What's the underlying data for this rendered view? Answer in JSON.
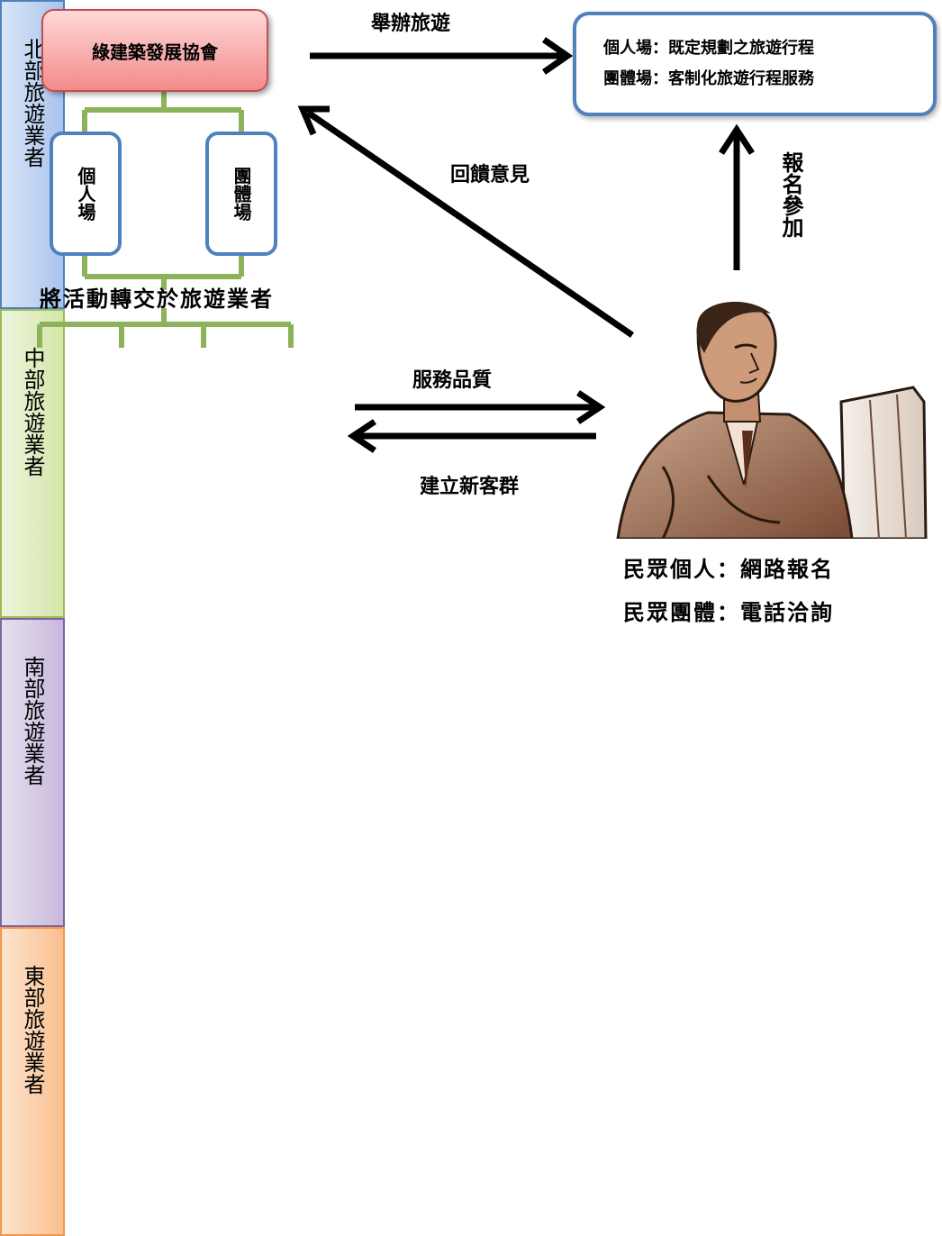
{
  "association": "綠建築發展協會",
  "modes": {
    "individual": "個人場",
    "group": "團體場"
  },
  "transfer_label": "將活動轉交於旅遊業者",
  "operators": [
    {
      "label": "北部旅遊業者",
      "color": "#4f81bd"
    },
    {
      "label": "中部旅遊業者",
      "color": "#9bbb59"
    },
    {
      "label": "南部旅遊業者",
      "color": "#8064a2"
    },
    {
      "label": "東部旅遊業者",
      "color": "#f79646"
    }
  ],
  "arrows": {
    "organize_tour": "舉辦旅遊",
    "feedback": "回饋意見",
    "register": "報名參加",
    "service_quality": "服務品質",
    "new_customers": "建立新客群"
  },
  "tour_info": {
    "line1": "個人場：既定規劃之旅遊行程",
    "line2": "團體場：客制化旅遊行程服務"
  },
  "public": {
    "line1": "民眾個人：網路報名",
    "line2": "民眾團體：電話洽詢"
  },
  "icons": [
    "person-at-computer-icon"
  ]
}
